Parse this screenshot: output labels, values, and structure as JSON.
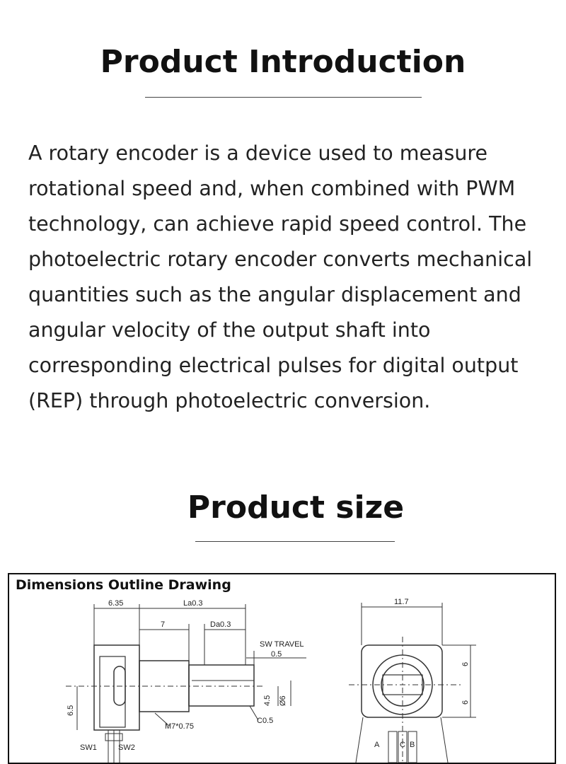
{
  "intro": {
    "title": "Product Introduction",
    "paragraph": "A rotary encoder is a device used to measure rotational speed and, when combined with PWM technology, can achieve rapid speed control. The photoelectric rotary encoder converts mechanical quantities such as the angular displacement and angular velocity of the output shaft into corresponding electrical pulses for digital output (REP) through photoelectric conversion."
  },
  "size": {
    "title": "Product size",
    "drawing": {
      "label": "Dimensions Outline Drawing",
      "dims": {
        "w635": "6.35",
        "la": "La0.3",
        "d7": "7",
        "da": "Da0.3",
        "sw_travel": "SW TRAVEL",
        "sw_travel_val": "0.5",
        "shaft1": "4.5",
        "shaft2": "Ø6",
        "m7": "M7*0.75",
        "c05": "C0.5",
        "h65": "6.5",
        "sw1": "SW1",
        "sw2": "SW2",
        "w117": "11.7",
        "h6a": "6",
        "h6b": "6",
        "pin_a": "A",
        "pin_c": "C",
        "pin_b": "B"
      }
    }
  }
}
